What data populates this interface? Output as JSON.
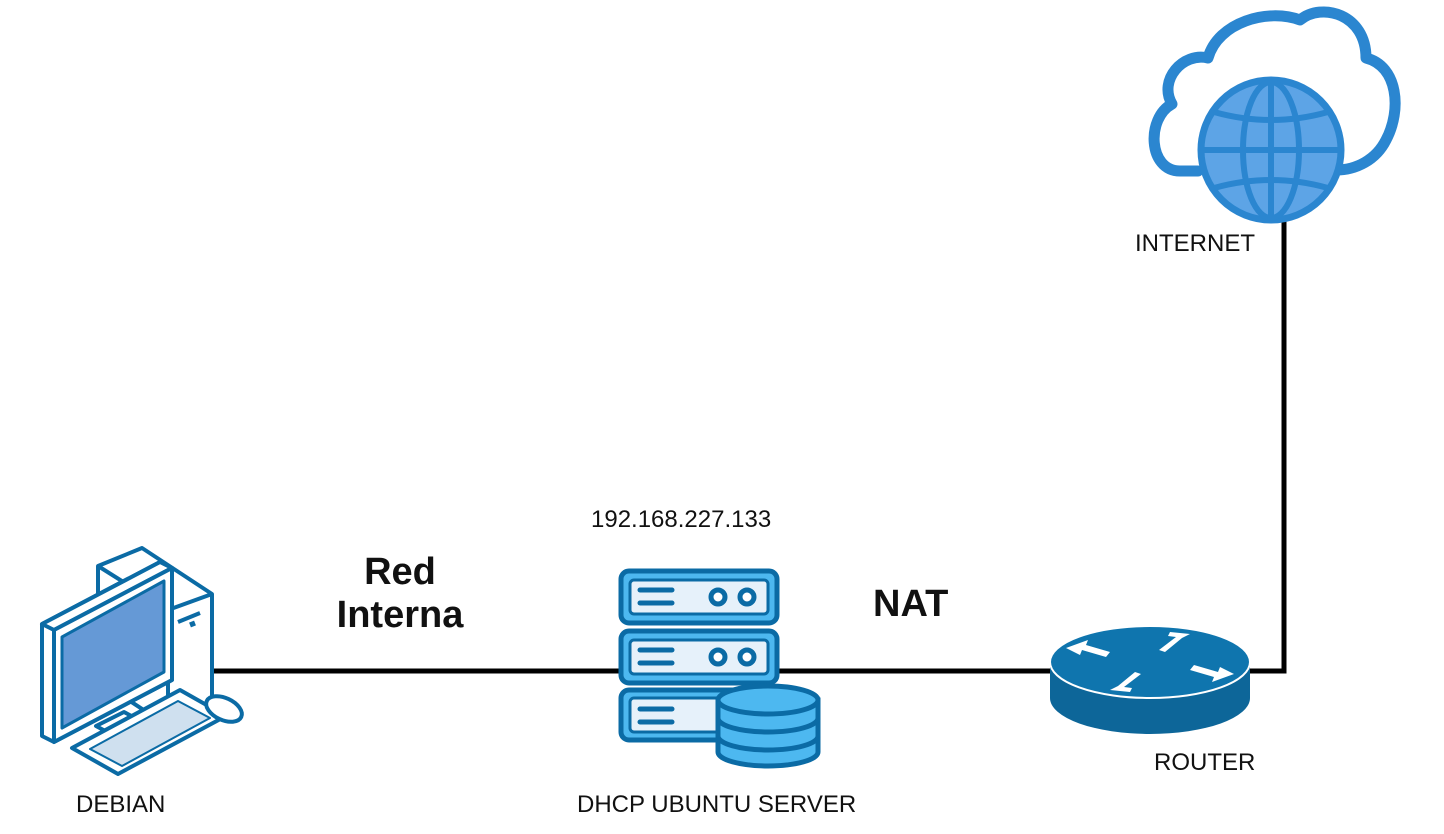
{
  "nodes": {
    "debian": {
      "label": "DEBIAN",
      "icon": "desktop-computer-icon"
    },
    "dhcp_server": {
      "label": "DHCP UBUNTU SERVER",
      "ip": "192.168.227.133",
      "icon": "server-database-icon"
    },
    "router": {
      "label": "ROUTER",
      "icon": "router-icon"
    },
    "internet": {
      "label": "INTERNET",
      "icon": "cloud-globe-icon"
    }
  },
  "links": {
    "internal": {
      "line1": "Red",
      "line2": "Interna"
    },
    "nat": {
      "label": "NAT"
    }
  },
  "colors": {
    "dark_blue": "#0b6ba5",
    "mid_blue": "#1778c2",
    "light_blue": "#4db8f0",
    "screen_blue": "#6599d6",
    "router_blue": "#0d6699",
    "cloud_blue": "#2b86d0",
    "globe_blue": "#5da4e6",
    "line": "#000000"
  }
}
